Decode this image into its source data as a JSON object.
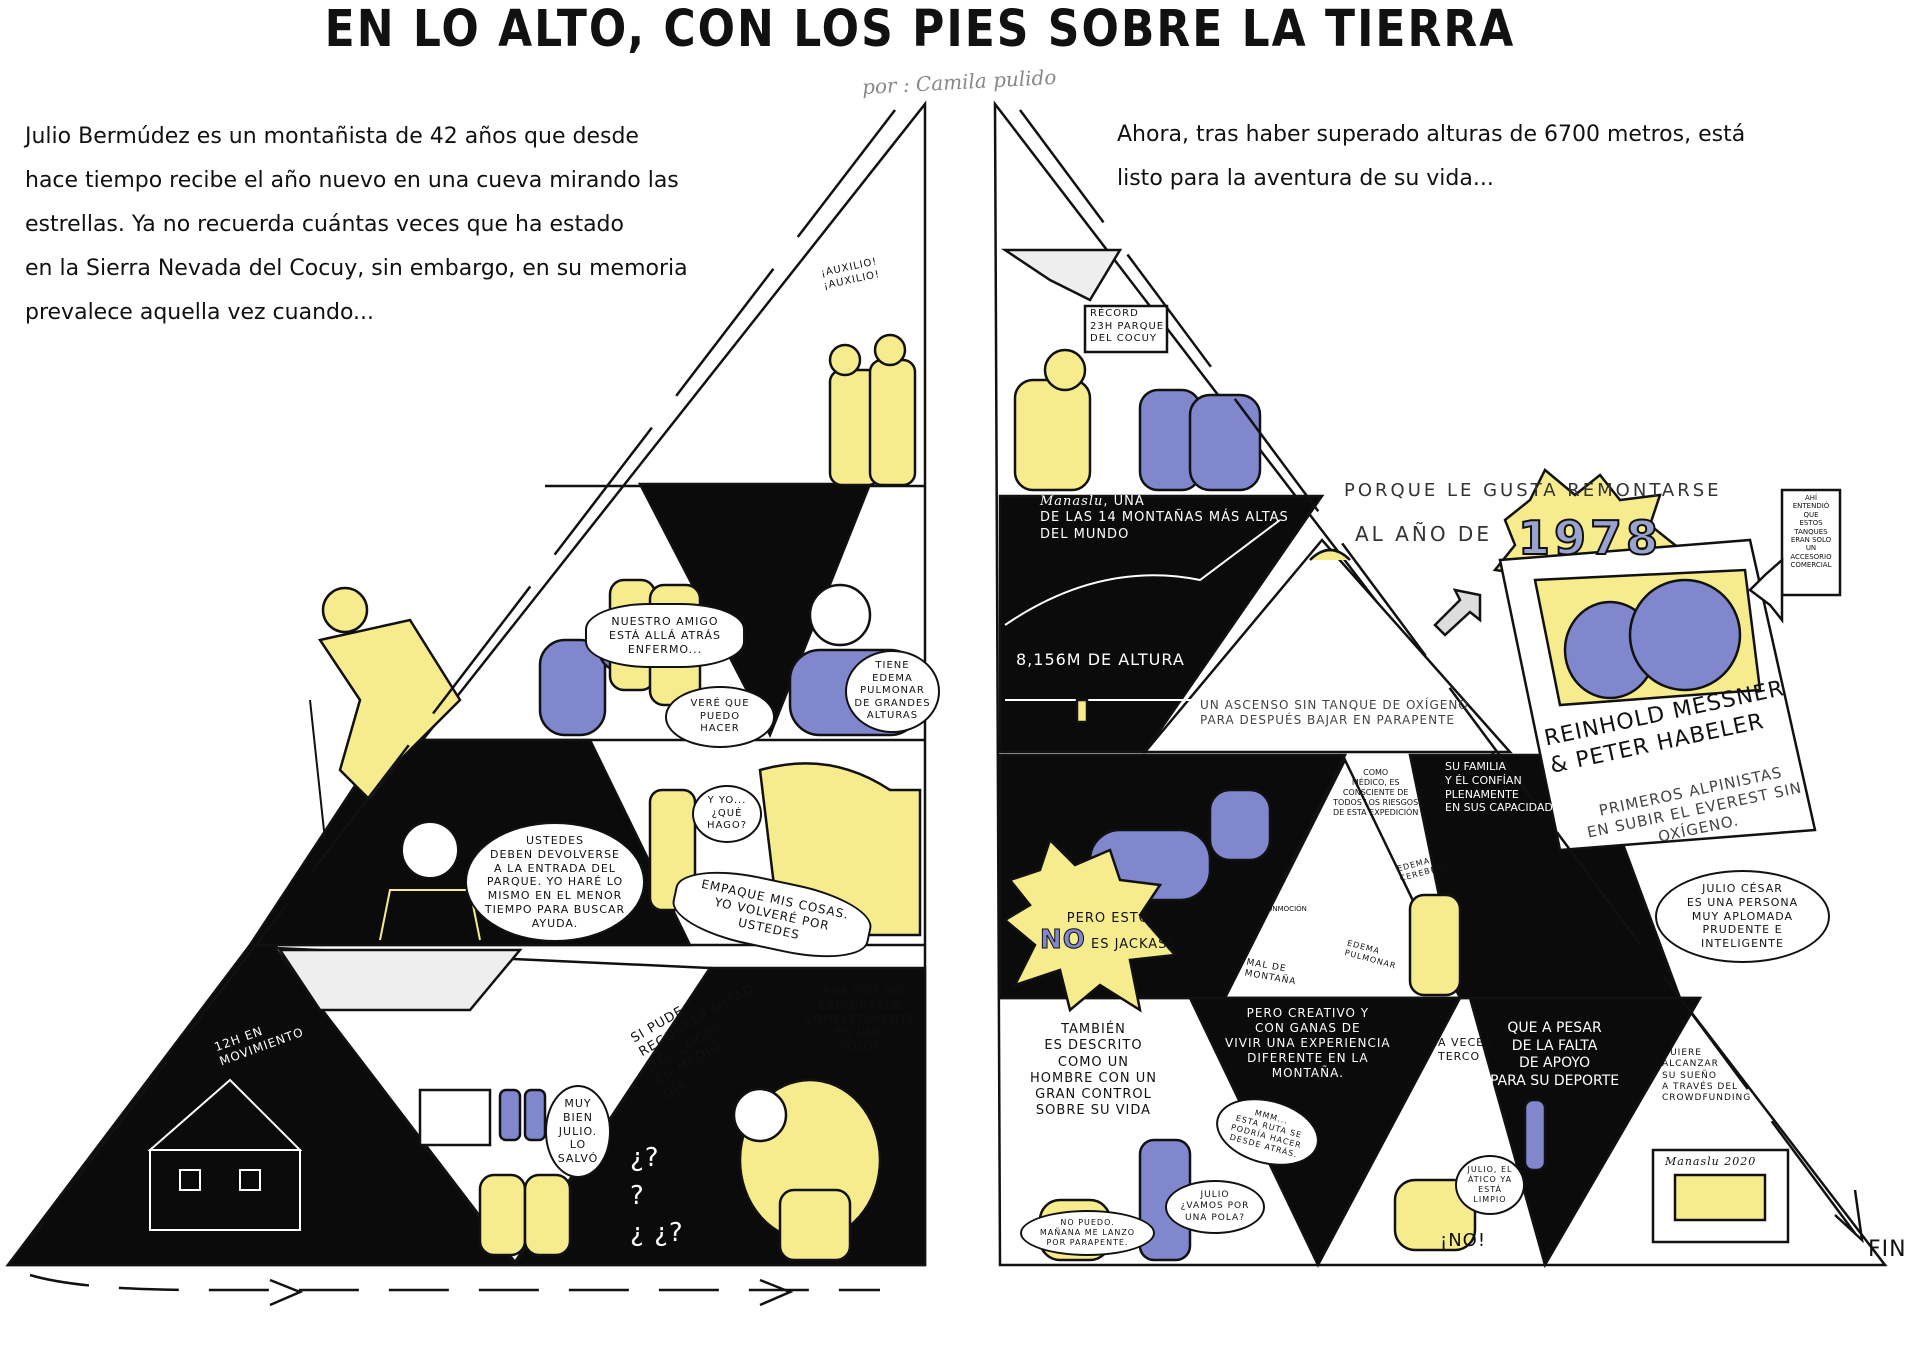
{
  "title": "EN LO ALTO, CON LOS PIES SOBRE LA TIERRA",
  "byline": "por : Camila pulido",
  "intro_left": "Julio Bermúdez es un montañista de 42 años que desde\nhace tiempo recibe el año nuevo en una cueva mirando las\nestrellas. Ya no recuerda cuántas veces que ha estado\nen la Sierra Nevada del Cocuy, sin embargo, en su memoria\nprevalece aquella vez cuando...",
  "intro_right": "Ahora, tras haber superado alturas de 6700 metros, está\nlisto para la aventura de su vida...",
  "colors": {
    "yellow": "#f6ec8e",
    "blue": "#8087cc",
    "black": "#0b0b0b"
  },
  "left": {
    "auxilio": "¡Auxilio!\n¡Auxilio!",
    "nuestro_amigo": "Nuestro amigo\nestá allá atrás\nenfermo...",
    "vere": "Veré que\npuedo hacer",
    "edema": "Tiene\nedema\npulmonar\nde grandes\nalturas",
    "ustedes": "Ustedes\ndeben devolverse\na la entrada del\nparque. Yo haré lo\nmismo en el menor\ntiempo para buscar\nayuda.",
    "y_yo": "Y yo...\n¿Qué\nhago?",
    "empaque": "Empaque mis cosas.\nYo volveré por ustedes",
    "doce_horas": "12h en\nmovimiento",
    "muy_bien": "Muy\nbien\nJulio.\nLo\nsalvó",
    "si_pude": "Si pude\nrecorrer mitad\ndel Cocuy\nen medio\ndía...",
    "por_que": "¿Por qué no\nexplorarlo\ncompletamente\nen uno\nsolo?",
    "questions": "¿?\n?\n¿ ¿?"
  },
  "right": {
    "record": "Récord\n23h Parque\ndel Cocuy",
    "manaslu_name": "Manaslu",
    "manaslu": ", una\nde las 14 montañas más altas\ndel mundo",
    "altura": "8,156m de altura",
    "ascenso": "Un ascenso sin tanque de oxígeno\npara después bajar en parapente",
    "porque": "Porque le gusta remontarse",
    "al_ano": "al año de",
    "year": "1978",
    "ahi": "Ahí\nentendió\nque\nestos\ntanques\neran solo\nun\naccesorio\ncomercial",
    "names": "Reinhold Messner\n& Peter Habeler",
    "primeros": "primeros alpinistas\nen subir el Everest sin\noxígeno.",
    "medico": "Como\nmédico, es\nconsciente de\ntodos los riesgos\nde esta expedición",
    "familia": "Su familia\ny él confían\nplenamente\nen sus capacidades",
    "julio_cesar": "Julio César\nes una persona\nmuy aplomada\nprudente e\ninteligente",
    "edema_cerebral": "Edema\ncerebral",
    "conmocion": "Conmoción",
    "edema_pulmonar": "Edema\npulmonar",
    "mal_montana": "Mal de\nmontaña",
    "jackass_1": "Pero esto",
    "jackass_no": "NO",
    "jackass_2": "es Jackass",
    "tambien": "También\nes descrito\ncomo un\nhombre con un\ngran control\nsobre su vida",
    "creativo": "Pero creativo y\ncon ganas de\nvivir una experiencia\ndiferente en la\nmontaña.",
    "terco": "A veces\nterco",
    "apoyo": "Que a pesar\nde la falta\nde apoyo\npara su deporte",
    "quiere": "Quiere\nalcanzar\nsu sueño\na través del\ncrowdfunding",
    "mmm": "Mmm...\nesta ruta se\npodría hacer\ndesde atrás.",
    "pola": "Julio\n¿Vamos por\nuna pola?",
    "no_puedo": "No puedo.\nMañana me lanzo\npor parapente.",
    "atico": "Julio, el\nático ya\nestá\nlimpio",
    "no": "¡NO!",
    "screen": "Manaslu 2020",
    "fin": "FIN"
  }
}
